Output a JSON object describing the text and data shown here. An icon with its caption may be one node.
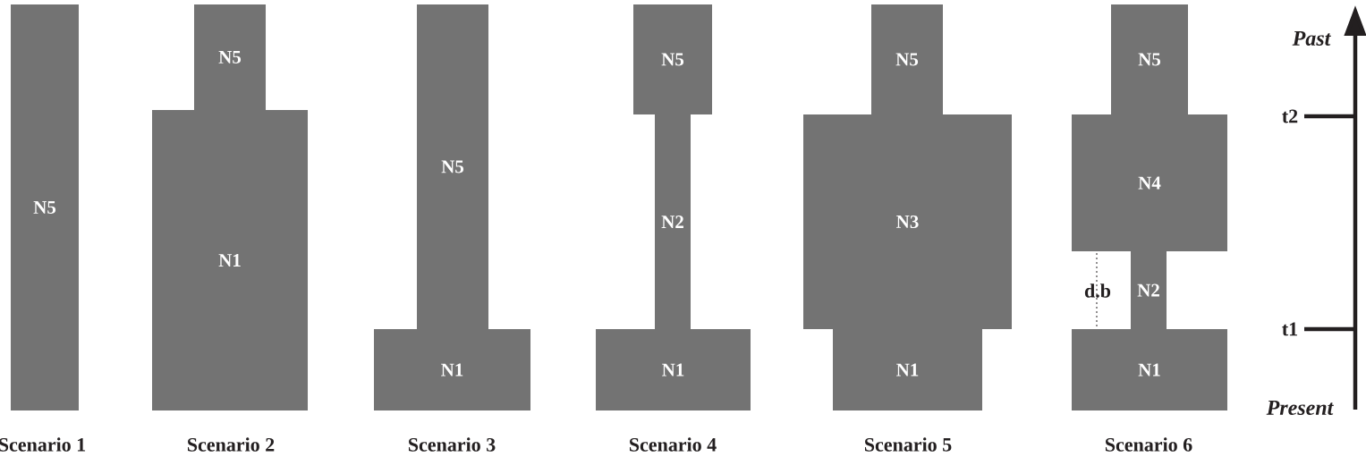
{
  "diagram": {
    "nodes": [
      {
        "text": [
          "N5"
        ]
      },
      {
        "text": [
          "N5"
        ]
      },
      {
        "text": [
          "N1"
        ]
      },
      {
        "text": [
          "N5"
        ]
      },
      {
        "text": [
          "N1"
        ]
      },
      {
        "text": [
          "N5"
        ]
      },
      {
        "text": [
          "N2"
        ]
      },
      {
        "text": [
          "N1"
        ]
      },
      {
        "text": [
          "N5"
        ]
      },
      {
        "text": [
          "N3"
        ]
      },
      {
        "text": [
          "N1"
        ]
      },
      {
        "text": [
          "N5"
        ]
      },
      {
        "text": [
          "N4"
        ]
      },
      {
        "text": [
          "N2"
        ]
      },
      {
        "text": [
          "N1"
        ]
      }
    ],
    "edges": [],
    "labels": [
      "Past",
      "t2",
      "d.b",
      "t1",
      "Present",
      "Scenario 1",
      "Scenario 2",
      "Scenario 3",
      "Scenario 4",
      "Scenario 5",
      "Scenario 6"
    ]
  }
}
